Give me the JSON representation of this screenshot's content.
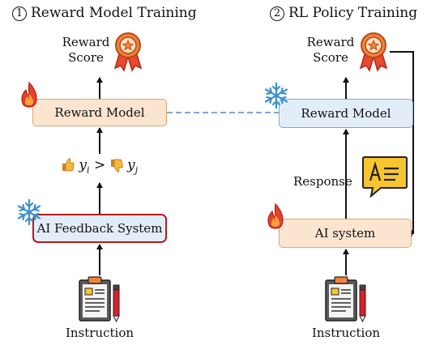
{
  "panels": {
    "left": {
      "number": "1",
      "title": "Reward Model Training",
      "score_label": "Reward\nScore",
      "reward_model": "Reward Model",
      "preference": {
        "a": "y",
        "a_sub": "i",
        "op": ">",
        "b": "y",
        "b_sub": "j"
      },
      "feedback_system": "AI Feedback System",
      "instruction": "Instruction"
    },
    "right": {
      "number": "2",
      "title": "RL Policy Training",
      "score_label": "Reward\nScore",
      "reward_model": "Reward Model",
      "response_label": "Response",
      "ai_system": "AI system",
      "instruction": "Instruction"
    }
  },
  "icons": [
    "medal-icon",
    "fire-icon",
    "snowflake-icon",
    "thumbs-up-icon",
    "thumbs-down-icon",
    "clipboard-icon",
    "pen-icon",
    "chat-bubble-icon"
  ],
  "colors": {
    "peach_fill": "#fbe5d0",
    "peach_border": "#e3a56a",
    "blue_fill": "#e3edf8",
    "blue_border": "#7fa8cf",
    "red_border": "#b8191f",
    "dashed_link": "#7fa8cf",
    "medal_orange": "#f0833a",
    "chat_yellow": "#f7c62f"
  }
}
